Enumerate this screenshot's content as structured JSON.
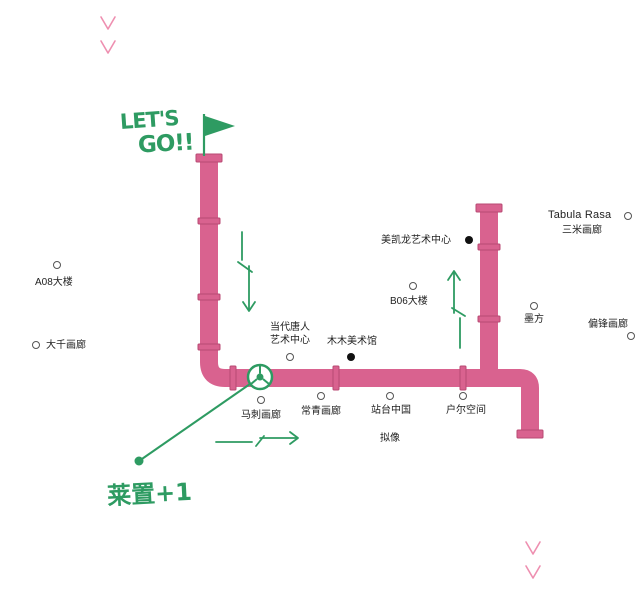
{
  "colors": {
    "pipe": "#d9628f",
    "pipe_dark": "#b84a73",
    "green": "#2e9b62",
    "chevron": "#ee8fb0",
    "dot_open": "#555555",
    "dot_filled": "#111111"
  },
  "header": {
    "lets": "LET'S",
    "go": "GO!!"
  },
  "annotation": "莱置+1",
  "stations": {
    "dangdai": [
      "当代唐人",
      "艺术中心"
    ],
    "mumu": "木木美术馆",
    "majia": "马刺画廊",
    "changqing": "常青画廊",
    "zhantai": "站台中国",
    "nixiang": "拟像",
    "huer": "户尔空间",
    "meikailong": "美凯龙艺术中心",
    "b06": "B06大楼",
    "mofang": "墨方",
    "tabula": "Tabula Rasa",
    "sanmi": "三米画廊",
    "pianfeng": "偏锋画廊",
    "a08": "A08大楼",
    "daqian": "大千画廊"
  }
}
